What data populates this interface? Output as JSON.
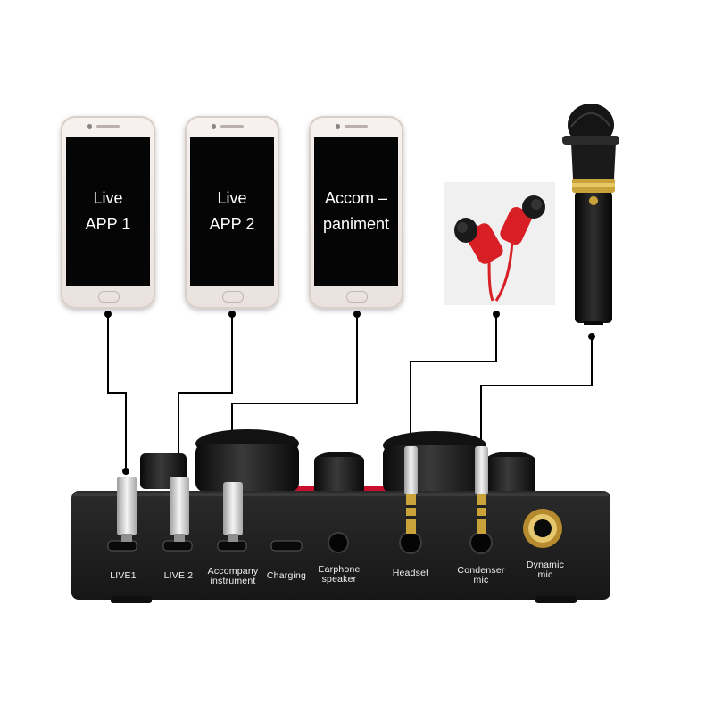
{
  "phones": [
    {
      "line1": "Live",
      "line2": "APP 1"
    },
    {
      "line1": "Live",
      "line2": "APP 2"
    },
    {
      "line1": "Accom –",
      "line2": "paniment"
    }
  ],
  "ports": {
    "live1": "LIVE1",
    "live2": "LIVE 2",
    "accompany_line1": "Accompany",
    "accompany_line2": "instrument",
    "charging": "Charging",
    "earphone_line1": "Earphone",
    "earphone_line2": "speaker",
    "headset": "Headset",
    "condenser_line1": "Condenser",
    "condenser_line2": "mic",
    "dynamic_line1": "Dynamic",
    "dynamic_line2": "mic"
  },
  "colors": {
    "device_body": "#1e1e1e",
    "device_accent": "#c8102e",
    "earphone_red": "#d81f26",
    "mic_gold": "#c9a33a",
    "wire": "#000000"
  }
}
